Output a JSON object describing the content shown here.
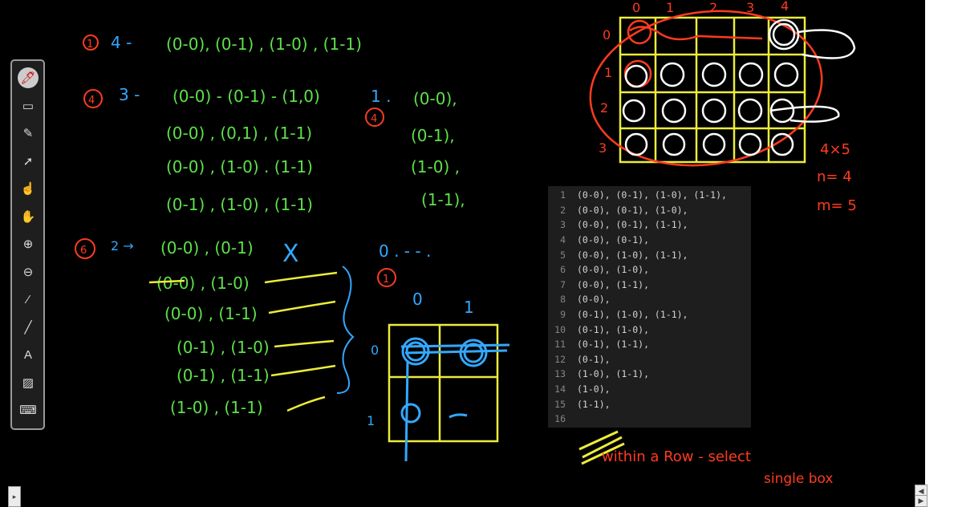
{
  "toolbar": {
    "tools": [
      {
        "name": "pen-tool-icon",
        "glyph": "🖊"
      },
      {
        "name": "eraser-tool-icon",
        "glyph": "▭"
      },
      {
        "name": "highlighter-tool-icon",
        "glyph": "✎"
      },
      {
        "name": "select-tool-icon",
        "glyph": "➚"
      },
      {
        "name": "laser-pointer-tool-icon",
        "glyph": "☝"
      },
      {
        "name": "hand-pan-tool-icon",
        "glyph": "✋"
      },
      {
        "name": "zoom-in-tool-icon",
        "glyph": "⊕"
      },
      {
        "name": "zoom-out-tool-icon",
        "glyph": "⊖"
      },
      {
        "name": "color-picker-tool-icon",
        "glyph": "⁄"
      },
      {
        "name": "line-tool-icon",
        "glyph": "╱"
      },
      {
        "name": "text-tool-icon",
        "glyph": "A"
      },
      {
        "name": "image-tool-icon",
        "glyph": "▨"
      },
      {
        "name": "keyboard-tool-icon",
        "glyph": "⌨"
      }
    ]
  },
  "code_editor": {
    "lines": [
      {
        "num": "1",
        "text": "(0-0), (0-1), (1-0), (1-1),"
      },
      {
        "num": "2",
        "text": "(0-0), (0-1), (1-0),"
      },
      {
        "num": "3",
        "text": "(0-0), (0-1), (1-1),"
      },
      {
        "num": "4",
        "text": "(0-0), (0-1),"
      },
      {
        "num": "5",
        "text": "(0-0), (1-0), (1-1),"
      },
      {
        "num": "6",
        "text": "(0-0), (1-0),"
      },
      {
        "num": "7",
        "text": "(0-0), (1-1),"
      },
      {
        "num": "8",
        "text": "(0-0),"
      },
      {
        "num": "9",
        "text": "(0-1), (1-0), (1-1),"
      },
      {
        "num": "10",
        "text": "(0-1), (1-0),"
      },
      {
        "num": "11",
        "text": "(0-1), (1-1),"
      },
      {
        "num": "12",
        "text": "(0-1),"
      },
      {
        "num": "13",
        "text": "(1-0), (1-1),"
      },
      {
        "num": "14",
        "text": "(1-0),"
      },
      {
        "num": "15",
        "text": "(1-1),"
      },
      {
        "num": "16",
        "text": ""
      }
    ]
  },
  "handwriting": {
    "s1_num": "1",
    "s1_count": "4 -",
    "s1_pairs": "(0-0), (0-1) , (1-0) ,  (1-1)",
    "s2_num": "4",
    "s2_count": "3 -",
    "s2_row1": "(0-0) - (0-1) - (1,0)",
    "s2_row2": "(0-0) , (0,1) , (1-1)",
    "s2_row3": "(0-0) , (1-0) . (1-1)",
    "s2_row4": "(0-1) , (1-0) , (1-1)",
    "s3_one": "1 .",
    "s3_num": "4",
    "s3_row1": "(0-0),",
    "s3_row2": "(0-1),",
    "s3_row3": "(1-0) ,",
    "s3_row4": "(1-1),",
    "s4_num": "6",
    "s4_count": "2 →",
    "s4_row1": "(0-0) , (0-1)",
    "s4_cross": "X",
    "s4_row2": "(0-0) , (1-0)",
    "s4_row3": "(0-0) , (1-1)",
    "s4_row4": "(0-1) , (1-0)",
    "s4_row5": "(0-1) , (1-1)",
    "s4_row6": "(1-0) , (1-1)",
    "zero_dots": "0 .  -  -  .",
    "s5_num": "1",
    "small_col0": "0",
    "small_col1": "1",
    "small_row0": "0",
    "small_row1": "1",
    "big_col_labels": [
      "0",
      "1",
      "2",
      "3",
      "4"
    ],
    "big_row_labels": [
      "0",
      "1",
      "2",
      "3"
    ],
    "dim": "4×5",
    "n_eq": "n= 4",
    "m_eq": "m= 5",
    "note1": "within  a  Row -  select",
    "note2": "single box"
  },
  "colors": {
    "red": "#ff3b1f",
    "green": "#5ee04a",
    "blue": "#33a8ff",
    "yellow": "#ecec3a",
    "white": "#ffffff"
  }
}
